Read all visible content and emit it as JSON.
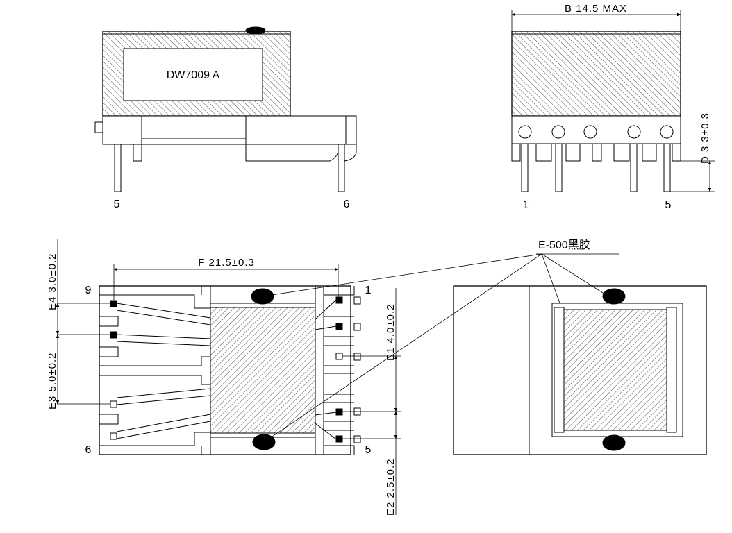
{
  "colors": {
    "ink": "#000000",
    "paper": "#ffffff"
  },
  "front_view": {
    "label": "DW7009 A",
    "pin_left": "5",
    "pin_right": "6"
  },
  "side_view": {
    "dim_b": "B 14.5 MAX",
    "dim_d": "D 3.3±0.3",
    "pin_left": "1",
    "pin_right": "5"
  },
  "bottom_view": {
    "dim_f": "F 21.5±0.3",
    "dim_e1": "E1 4.0±0.2",
    "dim_e2": "E2 2.5±0.2",
    "dim_e3": "E3 5.0±0.2",
    "dim_e4": "E4 3.0±0.2",
    "pin_9": "9",
    "pin_6": "6",
    "pin_1": "1",
    "pin_5": "5"
  },
  "callout": {
    "glue_label": "E-500黑胶"
  }
}
